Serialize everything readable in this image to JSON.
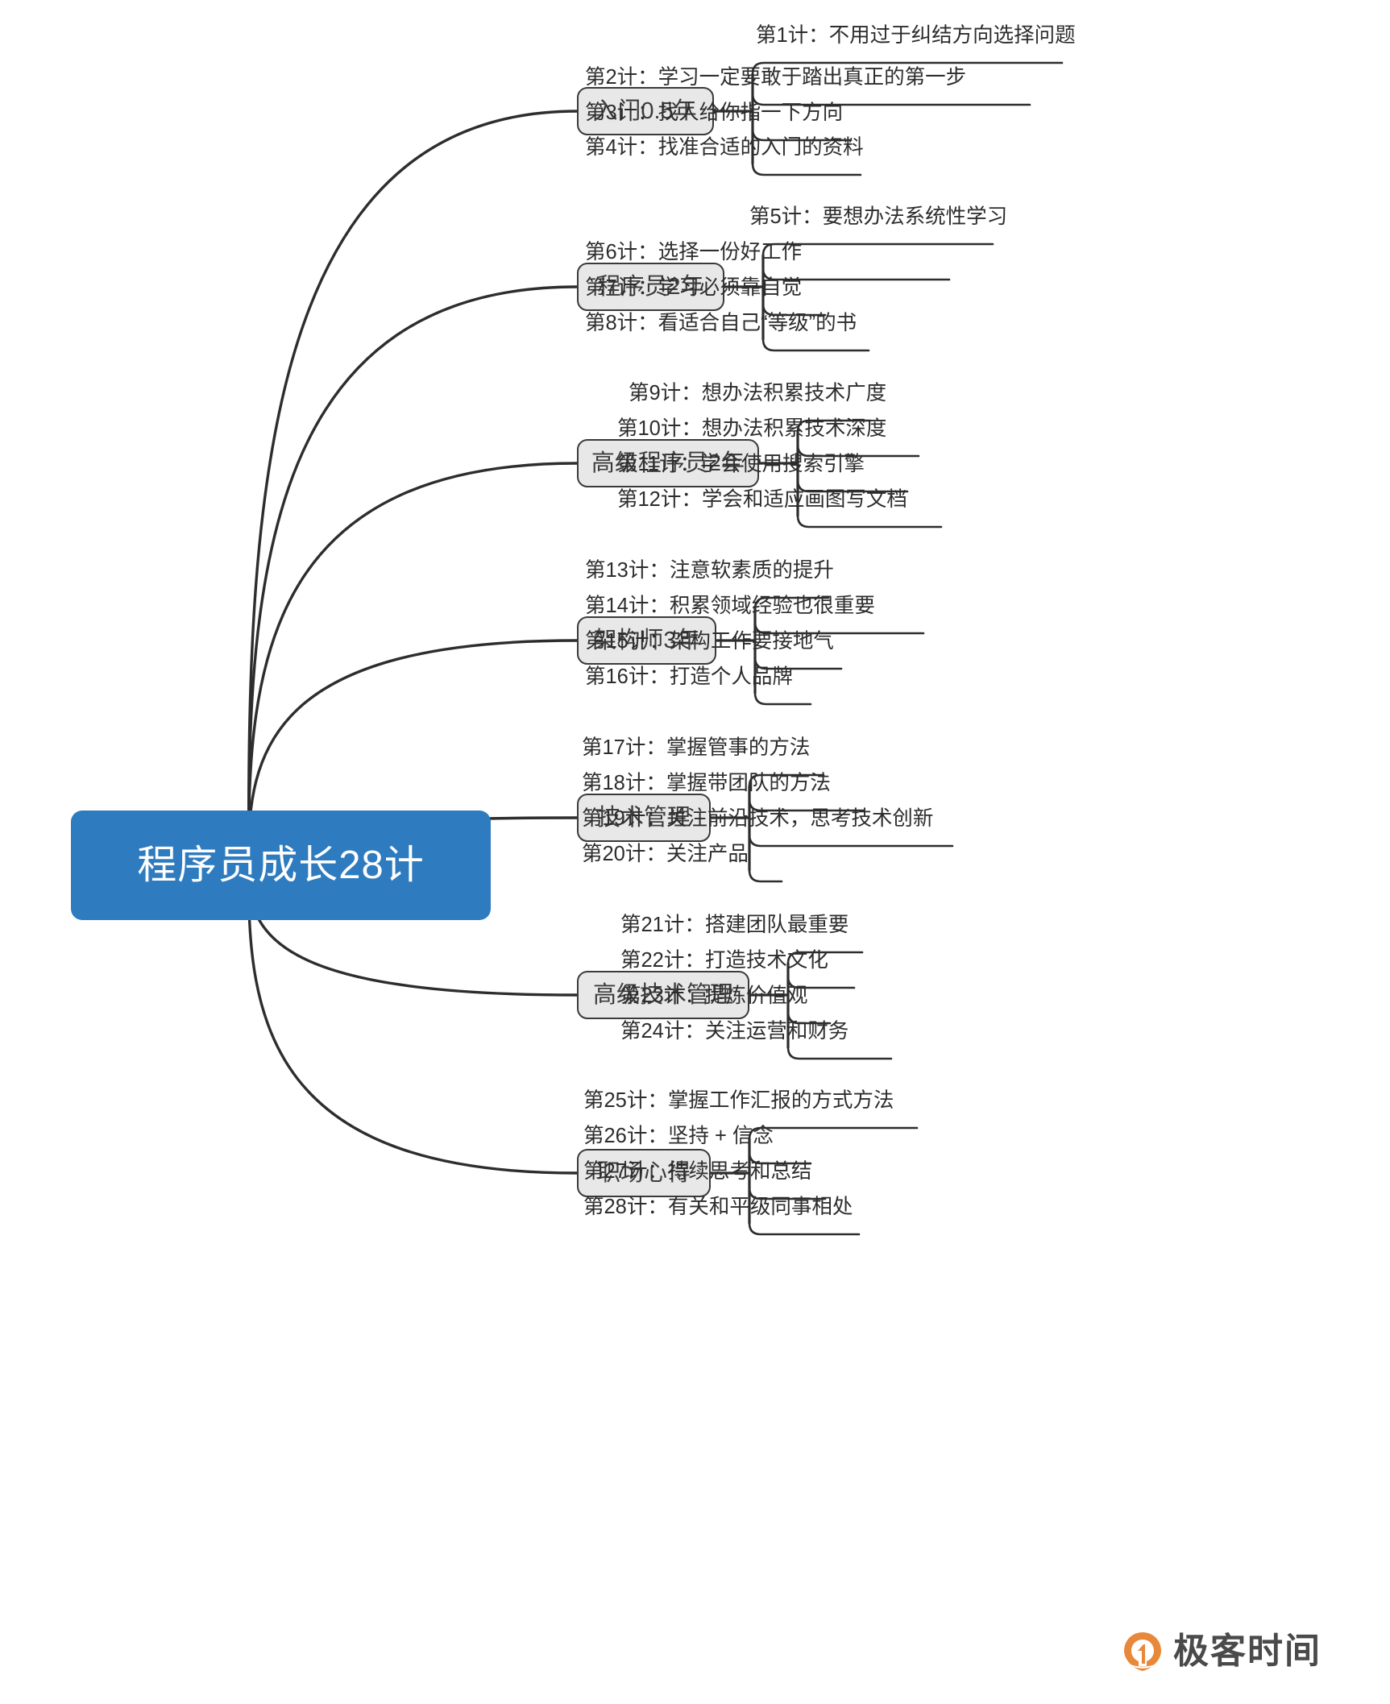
{
  "root": {
    "label": "程序员成长28计",
    "color": "#2e7cbf",
    "text_color": "#ffffff"
  },
  "theme": {
    "branch_fill": "#e8e8e8",
    "branch_stroke": "#3a3a3a",
    "leaf_stroke": "#2d2d2d",
    "background": "#ffffff"
  },
  "branches": [
    {
      "label": "入门0.5年",
      "items": [
        "第1计：不用过于纠结方向选择问题",
        "第2计：学习一定要敢于踏出真正的第一步",
        "第3计：找人给你指一下方向",
        "第4计：找准合适的入门的资料"
      ]
    },
    {
      "label": "程序员2年",
      "items": [
        "第5计：要想办法系统性学习",
        "第6计：选择一份好工作",
        "第7计：学习必须靠自觉",
        "第8计：看适合自己“等级”的书"
      ]
    },
    {
      "label": "高级程序员2年",
      "items": [
        "第9计：想办法积累技术广度",
        "第10计：想办法积累技术深度",
        "第11计：学会使用搜索引擎",
        "第12计：学会和适应画图写文档"
      ]
    },
    {
      "label": "架构师3年",
      "items": [
        "第13计：注意软素质的提升",
        "第14计：积累领域经验也很重要",
        "第15计：架构工作要接地气",
        "第16计：打造个人品牌"
      ]
    },
    {
      "label": "技术管理",
      "items": [
        "第17计：掌握管事的方法",
        "第18计：掌握带团队的方法",
        "第19计：关注前沿技术，思考技术创新",
        "第20计：关注产品"
      ]
    },
    {
      "label": "高级技术管理",
      "items": [
        "第21计：搭建团队最重要",
        "第22计：打造技术文化",
        "第23计：提炼价值观",
        "第24计：关注运营和财务"
      ]
    },
    {
      "label": "职场心得",
      "items": [
        "第25计：掌握工作汇报的方式方法",
        "第26计：坚持 + 信念",
        "第27计：持续思考和总结",
        "第28计：有关和平级同事相处"
      ]
    }
  ],
  "watermark": {
    "brand": "极客时间",
    "mark_color": "#e8883a",
    "text_color": "#4a4a4a"
  }
}
